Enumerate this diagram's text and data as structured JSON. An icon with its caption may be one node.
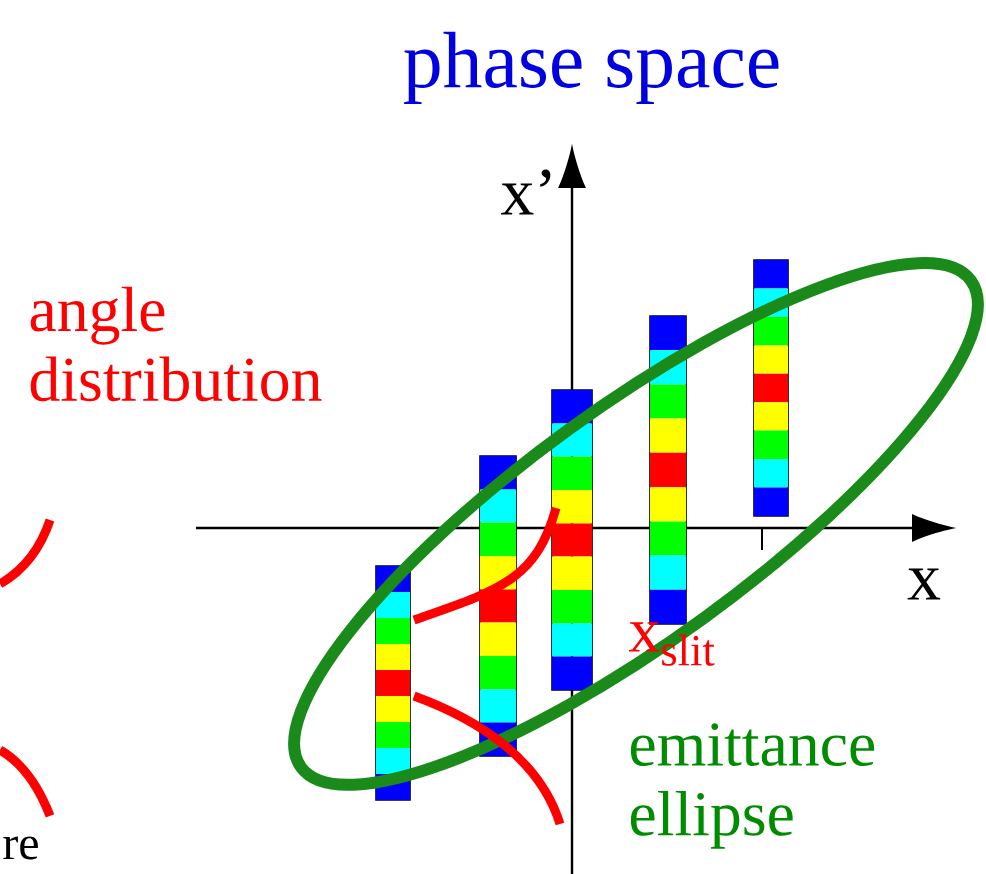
{
  "diagram": {
    "title": "phase space",
    "labels": [
      "x’",
      "angle distribution",
      "x",
      "x$_{slit}$",
      "emittance ellipse",
      "re"
    ]
  }
}
